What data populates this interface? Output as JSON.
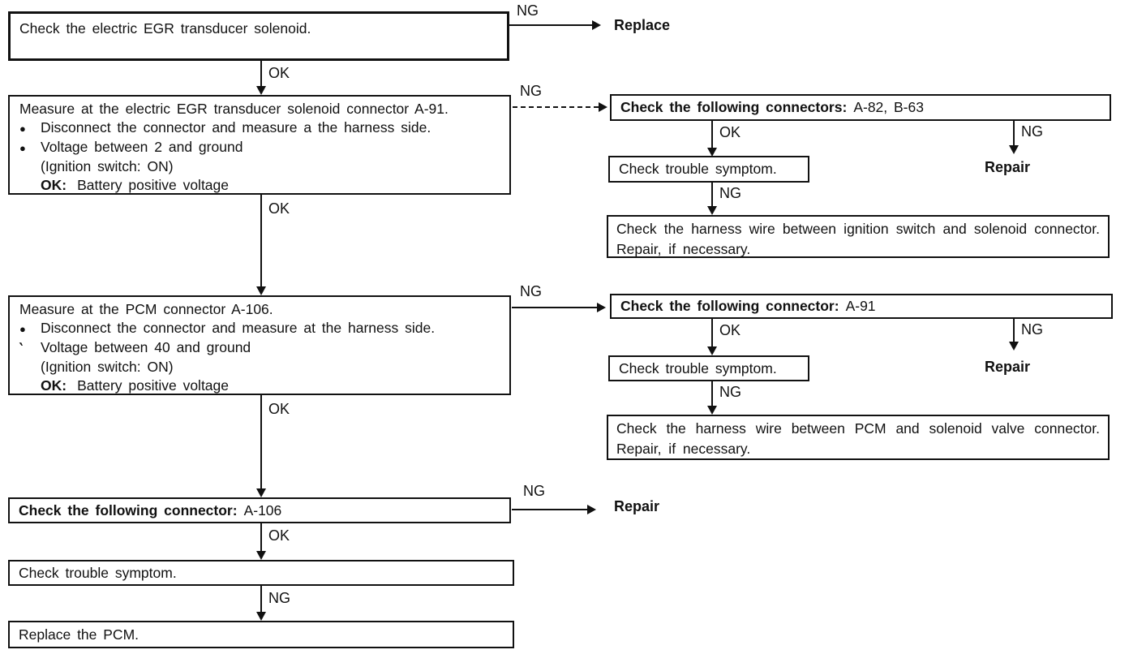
{
  "palette": {
    "ink": "#111111",
    "paper": "#ffffff"
  },
  "labels": {
    "ok": "OK",
    "ng": "NG",
    "replace": "Replace",
    "repair": "Repair"
  },
  "boxes": {
    "step1": {
      "text": "Check the electric EGR transducer solenoid."
    },
    "step2": {
      "title": "Measure at the electric EGR transducer solenoid connector A-91.",
      "b1_marker": "●",
      "b1": "Disconnect the connector and measure a the harness side.",
      "b2_marker": "●",
      "b2": "Voltage between 2 and ground",
      "sub": "(Ignition switch: ON)",
      "ok_key": "OK:",
      "ok_val": "Battery positive voltage"
    },
    "step3": {
      "title": "Measure at the PCM connector A-106.",
      "b1_marker": "●",
      "b1": "Disconnect the connector and measure at the harness side.",
      "b2_marker": "‵",
      "b2": "Voltage between 40 and ground",
      "sub": "(Ignition switch: ON)",
      "ok_key": "OK:",
      "ok_val": "Battery positive voltage"
    },
    "step4": {
      "prefix": "Check the following connector:",
      "value": "A-106"
    },
    "trouble": "Check trouble symptom.",
    "replace_pcm": "Replace the PCM.",
    "conn_a": {
      "prefix": "Check the following connectors:",
      "value": "A-82, B-63"
    },
    "conn_b": {
      "prefix": "Check the following connector:",
      "value": "A-91"
    },
    "harness_ign": "Check the harness wire between ignition switch and solenoid connector. Repair, if necessary.",
    "harness_pcm": "Check the harness wire between PCM and solenoid valve connector. Repair, if necessary."
  }
}
